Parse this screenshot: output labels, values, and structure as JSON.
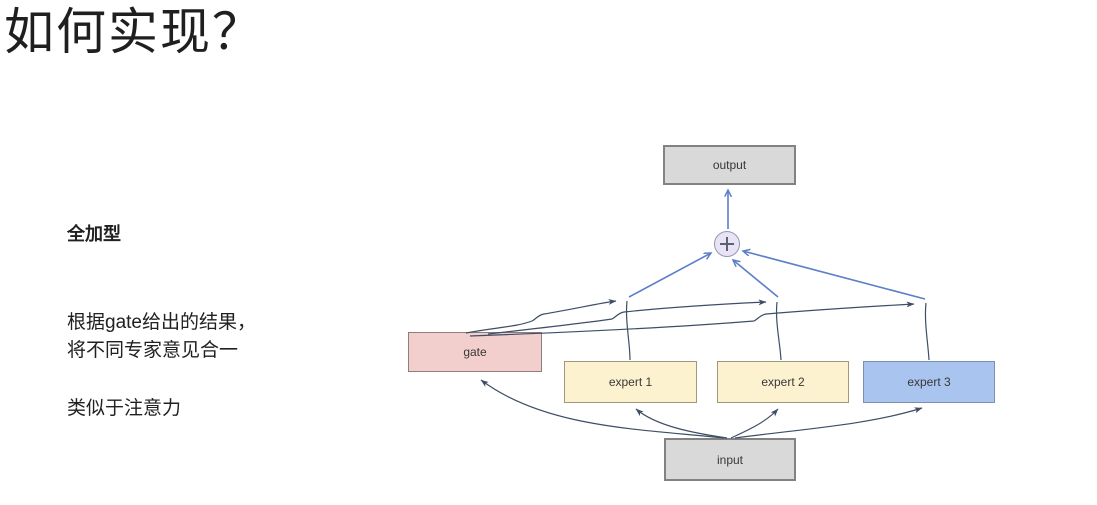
{
  "slide": {
    "title": "如何实现？"
  },
  "notes": {
    "heading": "全加型",
    "body_line1": "根据gate给出的结果，",
    "body_line2": "将不同专家意见合一",
    "footer": "类似于注意力"
  },
  "diagram": {
    "nodes": {
      "output": {
        "label": "output",
        "fill": "#d9d9d9"
      },
      "gate": {
        "label": "gate",
        "fill": "#f2cfcd"
      },
      "expert1": {
        "label": "expert 1",
        "fill": "#fdf2cf"
      },
      "expert2": {
        "label": "expert 2",
        "fill": "#fdf2cf"
      },
      "expert3": {
        "label": "expert 3",
        "fill": "#a9c4ee"
      },
      "input": {
        "label": "input",
        "fill": "#d9d9d9"
      }
    },
    "sum_node": {
      "symbol": "plus",
      "fill": "#eae3f6"
    },
    "colors": {
      "edge_dark": "#3e4e66",
      "edge_blue": "#5b7fc9"
    }
  }
}
